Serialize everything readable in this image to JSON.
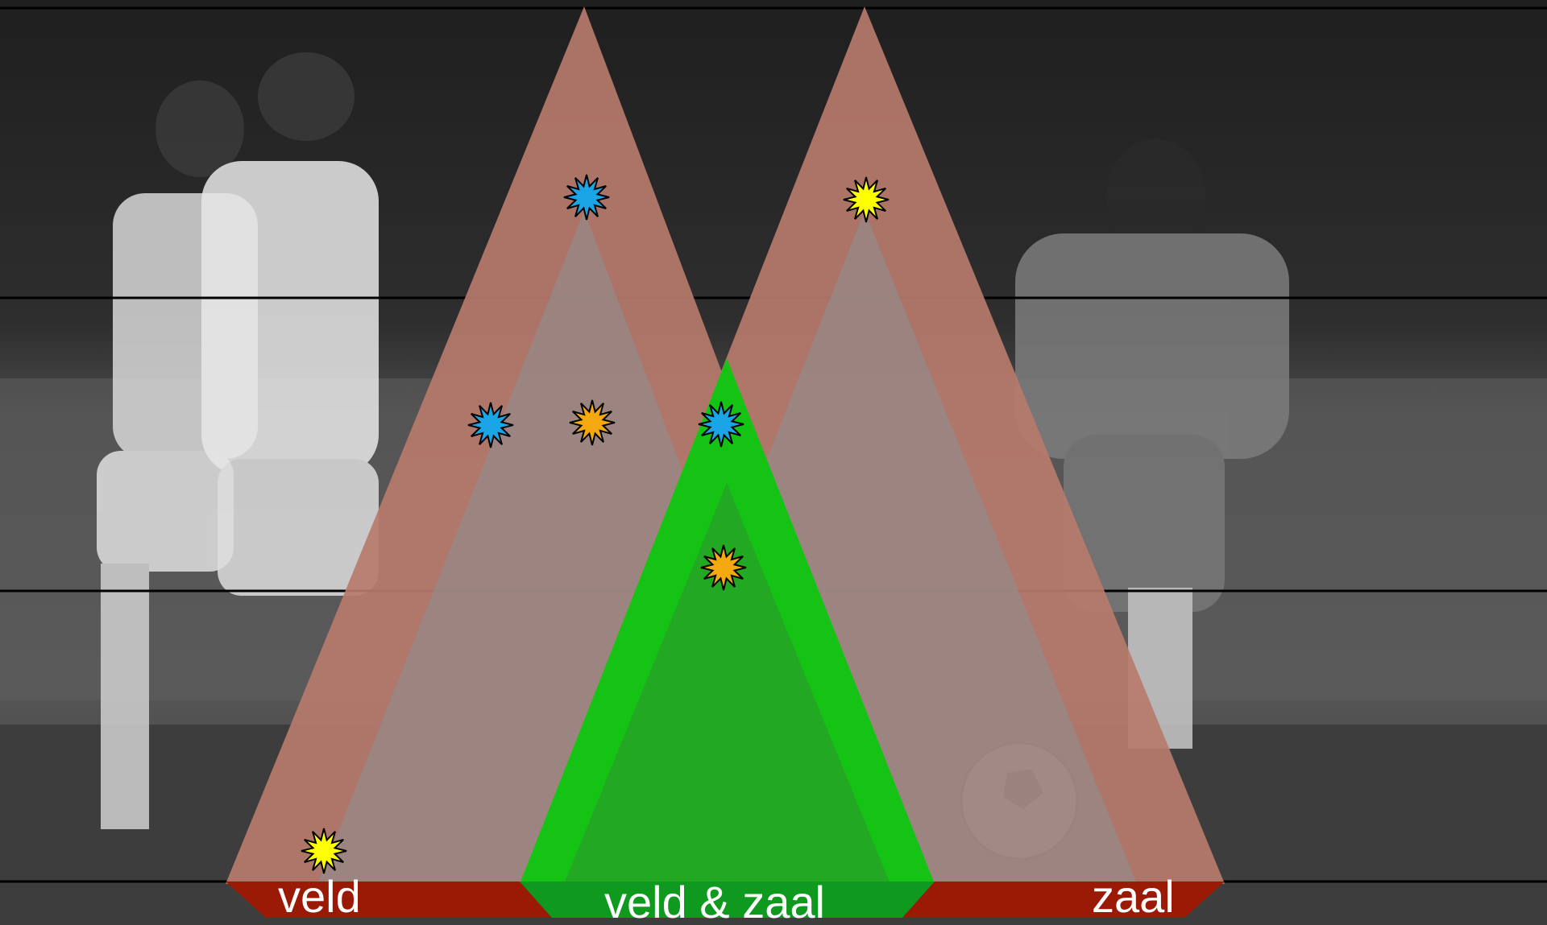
{
  "labels": {
    "left": "veld",
    "center": "veld & zaal",
    "right": "zaal"
  },
  "colors": {
    "photo_bg_top": "#262626",
    "photo_bg_mid": "#555555",
    "photo_bg_bottom": "#3a3a3a",
    "triangle_frame": "#b77a6c",
    "triangle_inner": "#8f8f8f",
    "green_outer": "#15c315",
    "green_inner": "#25a525",
    "base_bar": "#9b1a05",
    "base_bar_center": "#0f9a1f",
    "guide_lines": "#000000",
    "star_blue": "#1aa6e6",
    "star_orange": "#f4a90f",
    "star_yellow": "#ffff00"
  },
  "stars": [
    {
      "color": "blue"
    },
    {
      "color": "yellow"
    },
    {
      "color": "blue"
    },
    {
      "color": "orange"
    },
    {
      "color": "blue"
    },
    {
      "color": "orange"
    },
    {
      "color": "yellow"
    }
  ]
}
